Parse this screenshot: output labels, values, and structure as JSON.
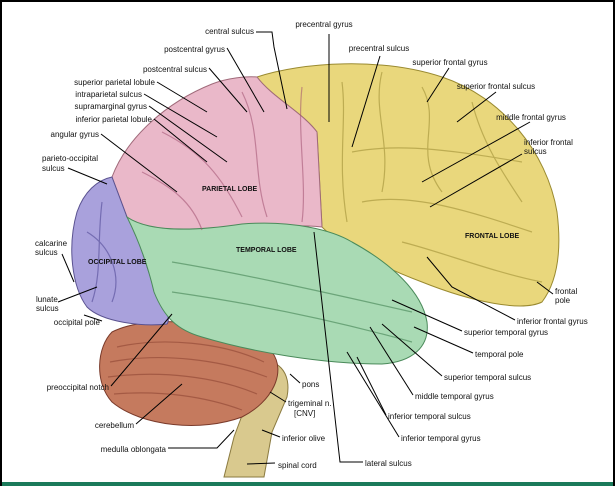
{
  "lobes": {
    "parietal": "PARIETAL LOBE",
    "temporal": "TEMPORAL LOBE",
    "occipital": "OCCIPITAL LOBE",
    "frontal": "FRONTAL LOBE"
  },
  "labels": {
    "central_sulcus": "central sulcus",
    "precentral_gyrus": "precentral gyrus",
    "postcentral_gyrus": "postcentral gyrus",
    "precentral_sulcus": "precentral sulcus",
    "superior_frontal_gyrus": "superior frontal gyrus",
    "superior_frontal_sulcus": "superior frontal sulcus",
    "middle_frontal_gyrus": "middle frontal gyrus",
    "inferior_frontal_sulcus_1": "inferior frontal",
    "inferior_frontal_sulcus_2": "sulcus",
    "postcentral_sulcus": "postcentral sulcus",
    "superior_parietal_lobule": "superior parietal lobule",
    "intraparietal_sulcus": "intraparietal sulcus",
    "supramarginal_gyrus": "supramarginal gyrus",
    "inferior_parietal_lobule": "inferior parietal lobule",
    "angular_gyrus": "angular gyrus",
    "parieto_occipital_1": "parieto-occipital",
    "parieto_occipital_2": "sulcus",
    "calcarine_1": "calcarine",
    "calcarine_2": "sulcus",
    "lunate_1": "lunate",
    "lunate_2": "sulcus",
    "occipital_pole": "occipital pole",
    "preoccipital_notch": "preoccipital notch",
    "cerebellum": "cerebellum",
    "medulla_oblongata": "medulla oblongata",
    "spinal_cord": "spinal cord",
    "pons": "pons",
    "trigeminal_1": "trigeminal n.",
    "trigeminal_2": "[CNV]",
    "inferior_olive": "inferior olive",
    "lateral_sulcus": "lateral sulcus",
    "inferior_temporal_gyrus": "inferior temporal gyrus",
    "inferior_temporal_sulcus": "inferior temporal sulcus",
    "middle_temporal_gyrus": "middle temporal gyrus",
    "superior_temporal_sulcus": "superior temporal sulcus",
    "temporal_pole": "temporal pole",
    "superior_temporal_gyrus": "superior temporal gyrus",
    "inferior_frontal_gyrus": "inferior frontal gyrus",
    "frontal_pole_1": "frontal",
    "frontal_pole_2": "pole"
  },
  "colors": {
    "frontal": "#e9d77c",
    "parietal": "#eab8c9",
    "occipital": "#a9a1dc",
    "temporal": "#a9dab4",
    "cerebellum": "#c57a5e",
    "brainstem": "#d9c98e"
  }
}
